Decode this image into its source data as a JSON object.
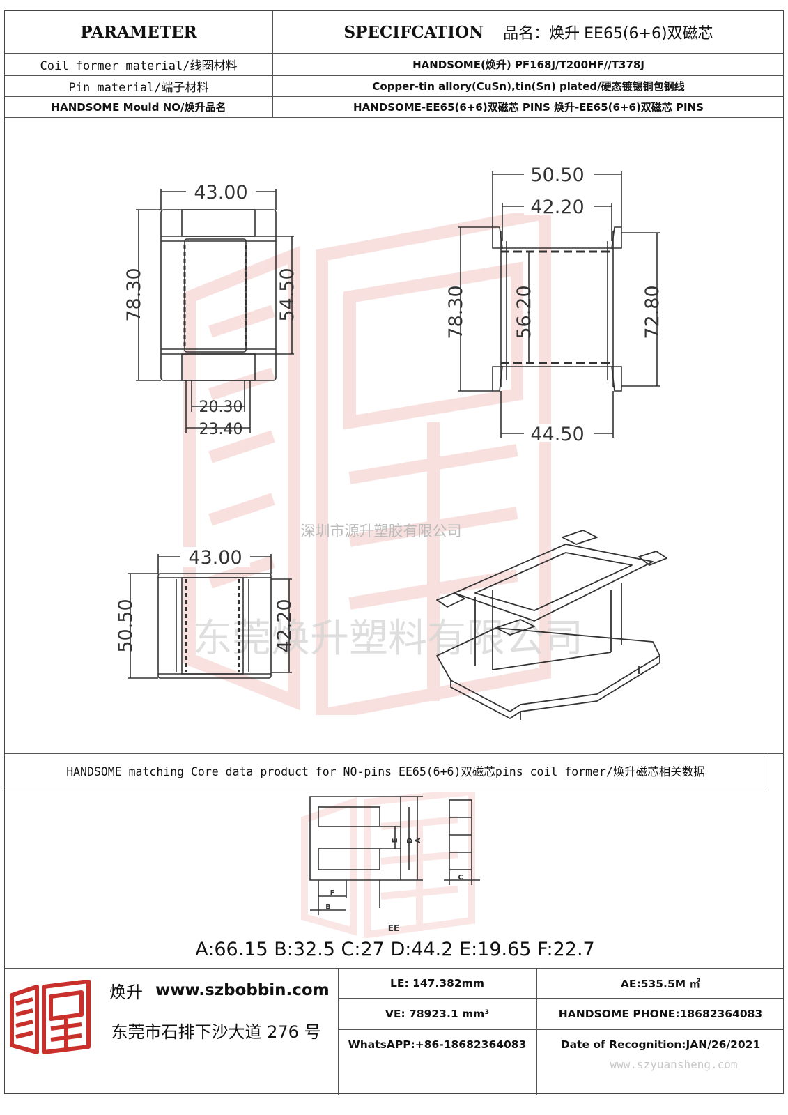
{
  "header": {
    "parameter": "PARAMETER",
    "specification": "SPECIFCATION",
    "product_name_label": "品名：",
    "product_name_brand": "焕升",
    "product_name_model": "EE65(6+6)双磁芯"
  },
  "rows": [
    {
      "label": "Coil former material/线圈材料",
      "value": "HANDSOME(焕升)   PF168J/T200HF//T378J"
    },
    {
      "label": "Pin material/端子材料",
      "value": "Copper-tin allory(CuSn),tin(Sn) plated/硬态镀锡铜包钢线"
    },
    {
      "label": "HANDSOME Mould NO/焕升品名",
      "value": "HANDSOME-EE65(6+6)双磁芯  PINS    焕升-EE65(6+6)双磁芯 PINS"
    }
  ],
  "dims_top_left": {
    "width": "43.00",
    "height": "78.30",
    "inner_height": "54.50",
    "inner_width": "20.30",
    "outer_width": "23.40"
  },
  "dims_top_right": {
    "outer_width": "50.50",
    "inner_width": "42.20",
    "height": "78.30",
    "inner_height": "56.20",
    "right_height": "72.80",
    "bottom_width": "44.50"
  },
  "dims_bottom_left": {
    "width": "43.00",
    "height": "50.50",
    "inner_height": "42.20"
  },
  "watermark_small": "深圳市源升塑胶有限公司",
  "watermark_large": "东莞焕升塑料有限公司",
  "core_data_title": "HANDSOME matching Core data  product for NO-pins EE65(6+6)双磁芯pins coil former/焕升磁芯相关数据",
  "core_diagram": {
    "label_ee": "EE",
    "a": "A",
    "b": "B",
    "c": "C",
    "d": "D",
    "e": "E",
    "f": "F"
  },
  "core_values": "A:66.15 B:32.5 C:27 D:44.2 E:19.65 F:22.7",
  "footer": {
    "brand": "焕升",
    "website": "www.szbobbin.com",
    "address": "东莞市石排下沙大道 276 号",
    "le": "LE: 147.382mm",
    "ae": "AE:535.5M ㎡",
    "ve": "VE: 78923.1 mm³",
    "phone": "HANDSOME PHONE:18682364083",
    "whatsapp": "WhatsAPP:+86-18682364083",
    "date": "Date of Recognition:JAN/26/2021",
    "bottom_watermark": "www.szyuansheng.com"
  },
  "colors": {
    "watermark_red": "#d9473f",
    "border": "#444444",
    "drawing": "#333333"
  }
}
